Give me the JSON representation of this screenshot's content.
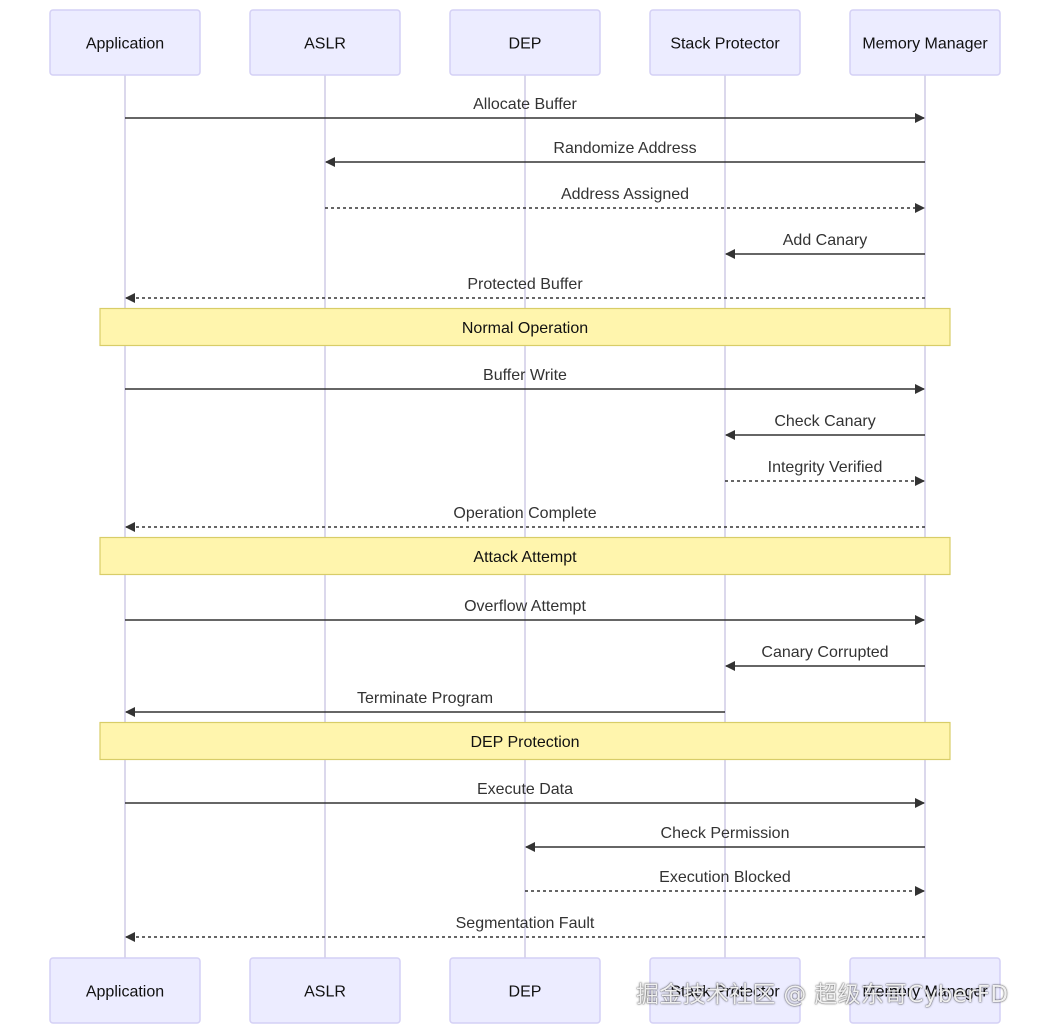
{
  "actors": [
    {
      "id": "app",
      "label": "Application"
    },
    {
      "id": "aslr",
      "label": "ASLR"
    },
    {
      "id": "dep",
      "label": "DEP"
    },
    {
      "id": "stack",
      "label": "Stack Protector"
    },
    {
      "id": "mem",
      "label": "Memory Manager"
    }
  ],
  "steps": [
    {
      "kind": "message",
      "from": "app",
      "to": "mem",
      "label": "Allocate Buffer",
      "style": "solid"
    },
    {
      "kind": "message",
      "from": "mem",
      "to": "aslr",
      "label": "Randomize Address",
      "style": "solid"
    },
    {
      "kind": "message",
      "from": "aslr",
      "to": "mem",
      "label": "Address Assigned",
      "style": "dashed"
    },
    {
      "kind": "message",
      "from": "mem",
      "to": "stack",
      "label": "Add Canary",
      "style": "solid"
    },
    {
      "kind": "message",
      "from": "mem",
      "to": "app",
      "label": "Protected Buffer",
      "style": "dashed"
    },
    {
      "kind": "note",
      "label": "Normal Operation"
    },
    {
      "kind": "message",
      "from": "app",
      "to": "mem",
      "label": "Buffer Write",
      "style": "solid"
    },
    {
      "kind": "message",
      "from": "mem",
      "to": "stack",
      "label": "Check Canary",
      "style": "solid"
    },
    {
      "kind": "message",
      "from": "stack",
      "to": "mem",
      "label": "Integrity Verified",
      "style": "dashed"
    },
    {
      "kind": "message",
      "from": "mem",
      "to": "app",
      "label": "Operation Complete",
      "style": "dashed"
    },
    {
      "kind": "note",
      "label": "Attack Attempt"
    },
    {
      "kind": "message",
      "from": "app",
      "to": "mem",
      "label": "Overflow Attempt",
      "style": "solid"
    },
    {
      "kind": "message",
      "from": "mem",
      "to": "stack",
      "label": "Canary Corrupted",
      "style": "solid"
    },
    {
      "kind": "message",
      "from": "stack",
      "to": "app",
      "label": "Terminate Program",
      "style": "solid"
    },
    {
      "kind": "note",
      "label": "DEP Protection"
    },
    {
      "kind": "message",
      "from": "app",
      "to": "mem",
      "label": "Execute Data",
      "style": "solid"
    },
    {
      "kind": "message",
      "from": "mem",
      "to": "dep",
      "label": "Check Permission",
      "style": "solid"
    },
    {
      "kind": "message",
      "from": "dep",
      "to": "mem",
      "label": "Execution Blocked",
      "style": "dashed"
    },
    {
      "kind": "message",
      "from": "mem",
      "to": "app",
      "label": "Segmentation Fault",
      "style": "dashed"
    }
  ],
  "watermark": "掘金技术社区 @ 超级东哥CyberFD"
}
